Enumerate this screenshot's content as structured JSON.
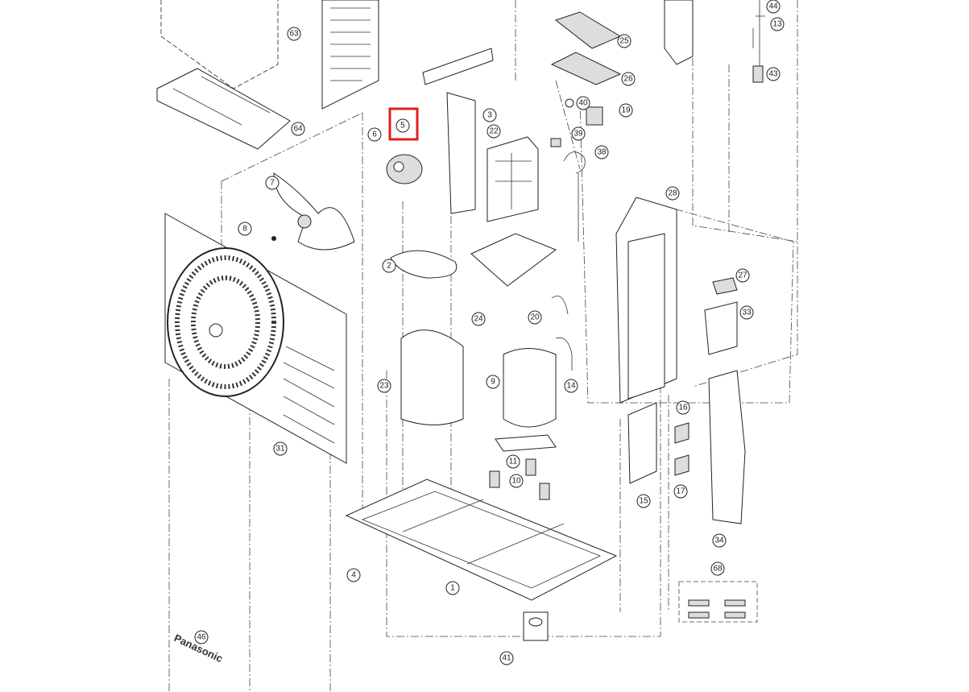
{
  "diagram": {
    "title": "Outdoor unit exploded parts view",
    "callouts": [
      "63",
      "64",
      "25",
      "26",
      "44",
      "13",
      "43",
      "40",
      "19",
      "5",
      "3",
      "22",
      "6",
      "39",
      "38",
      "7",
      "28",
      "8",
      "2",
      "27",
      "33",
      "24",
      "20",
      "23",
      "9",
      "14",
      "16",
      "11",
      "10",
      "17",
      "15",
      "31",
      "34",
      "4",
      "1",
      "68",
      "46",
      "41"
    ],
    "brand_label": "Panasonic",
    "highlight_color": "#e02020"
  }
}
